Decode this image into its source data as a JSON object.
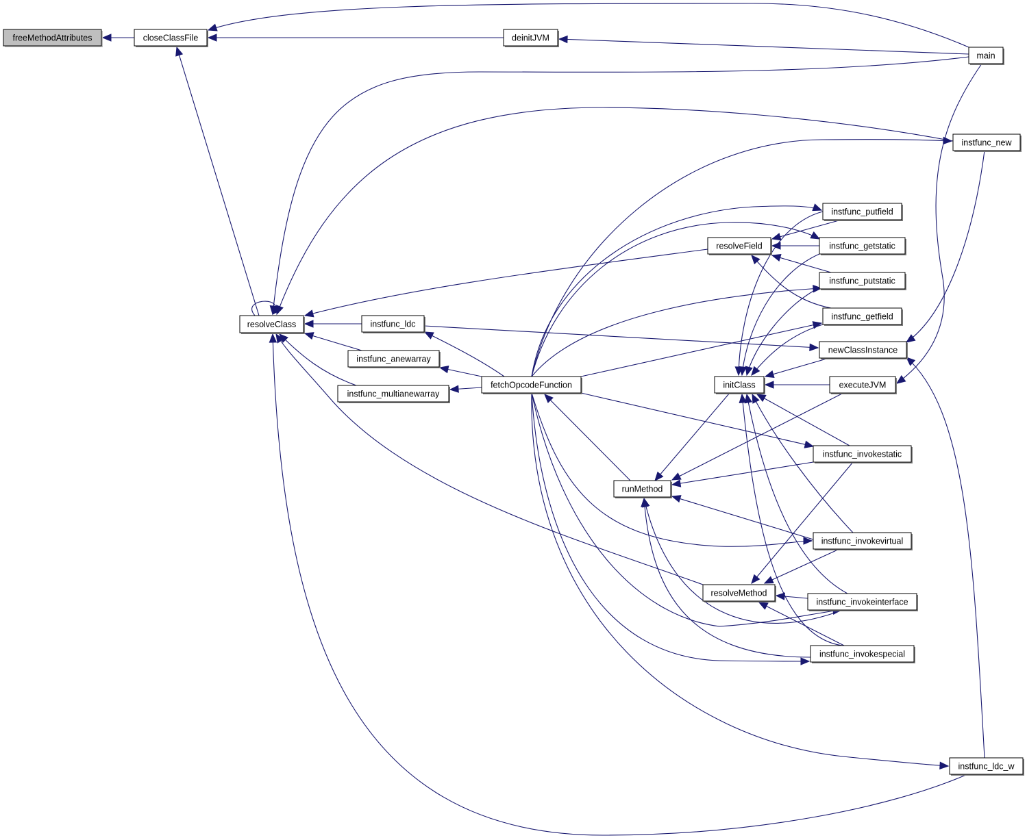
{
  "diagram": {
    "type": "call-graph",
    "edge_color": "#191970",
    "root_fill": "#bfbfbf",
    "nodes": [
      {
        "id": "freeMethodAttributes",
        "label": "freeMethodAttributes",
        "root": true
      },
      {
        "id": "closeClassFile",
        "label": "closeClassFile"
      },
      {
        "id": "deinitJVM",
        "label": "deinitJVM"
      },
      {
        "id": "main",
        "label": "main"
      },
      {
        "id": "resolveClass",
        "label": "resolveClass"
      },
      {
        "id": "instfunc_new",
        "label": "instfunc_new"
      },
      {
        "id": "instfunc_ldc",
        "label": "instfunc_ldc"
      },
      {
        "id": "instfunc_anewarray",
        "label": "instfunc_anewarray"
      },
      {
        "id": "instfunc_multianewarray",
        "label": "instfunc_multianewarray"
      },
      {
        "id": "fetchOpcodeFunction",
        "label": "fetchOpcodeFunction"
      },
      {
        "id": "resolveField",
        "label": "resolveField"
      },
      {
        "id": "instfunc_putfield",
        "label": "instfunc_putfield"
      },
      {
        "id": "instfunc_getstatic",
        "label": "instfunc_getstatic"
      },
      {
        "id": "instfunc_putstatic",
        "label": "instfunc_putstatic"
      },
      {
        "id": "instfunc_getfield",
        "label": "instfunc_getfield"
      },
      {
        "id": "newClassInstance",
        "label": "newClassInstance"
      },
      {
        "id": "initClass",
        "label": "initClass"
      },
      {
        "id": "executeJVM",
        "label": "executeJVM"
      },
      {
        "id": "runMethod",
        "label": "runMethod"
      },
      {
        "id": "instfunc_invokestatic",
        "label": "instfunc_invokestatic"
      },
      {
        "id": "instfunc_invokevirtual",
        "label": "instfunc_invokevirtual"
      },
      {
        "id": "resolveMethod",
        "label": "resolveMethod"
      },
      {
        "id": "instfunc_invokeinterface",
        "label": "instfunc_invokeinterface"
      },
      {
        "id": "instfunc_invokespecial",
        "label": "instfunc_invokespecial"
      },
      {
        "id": "instfunc_ldc_w",
        "label": "instfunc_ldc_w"
      }
    ],
    "edges": [
      {
        "from": "closeClassFile",
        "to": "freeMethodAttributes"
      },
      {
        "from": "main",
        "to": "closeClassFile"
      },
      {
        "from": "deinitJVM",
        "to": "closeClassFile"
      },
      {
        "from": "resolveClass",
        "to": "closeClassFile"
      },
      {
        "from": "main",
        "to": "deinitJVM"
      },
      {
        "from": "main",
        "to": "resolveClass"
      },
      {
        "from": "instfunc_new",
        "to": "resolveClass"
      },
      {
        "from": "resolveClass",
        "to": "resolveClass"
      },
      {
        "from": "resolveField",
        "to": "resolveClass"
      },
      {
        "from": "instfunc_ldc",
        "to": "resolveClass"
      },
      {
        "from": "instfunc_anewarray",
        "to": "resolveClass"
      },
      {
        "from": "instfunc_multianewarray",
        "to": "resolveClass"
      },
      {
        "from": "resolveMethod",
        "to": "resolveClass"
      },
      {
        "from": "instfunc_ldc_w",
        "to": "resolveClass"
      },
      {
        "from": "fetchOpcodeFunction",
        "to": "instfunc_ldc"
      },
      {
        "from": "fetchOpcodeFunction",
        "to": "instfunc_anewarray"
      },
      {
        "from": "fetchOpcodeFunction",
        "to": "instfunc_multianewarray"
      },
      {
        "from": "fetchOpcodeFunction",
        "to": "instfunc_new"
      },
      {
        "from": "fetchOpcodeFunction",
        "to": "instfunc_putfield"
      },
      {
        "from": "fetchOpcodeFunction",
        "to": "instfunc_getstatic"
      },
      {
        "from": "fetchOpcodeFunction",
        "to": "instfunc_putstatic"
      },
      {
        "from": "fetchOpcodeFunction",
        "to": "instfunc_getfield"
      },
      {
        "from": "fetchOpcodeFunction",
        "to": "instfunc_invokestatic"
      },
      {
        "from": "fetchOpcodeFunction",
        "to": "instfunc_invokevirtual"
      },
      {
        "from": "fetchOpcodeFunction",
        "to": "instfunc_invokeinterface"
      },
      {
        "from": "fetchOpcodeFunction",
        "to": "instfunc_invokespecial"
      },
      {
        "from": "fetchOpcodeFunction",
        "to": "instfunc_ldc_w"
      },
      {
        "from": "runMethod",
        "to": "fetchOpcodeFunction"
      },
      {
        "from": "instfunc_putfield",
        "to": "resolveField"
      },
      {
        "from": "instfunc_getstatic",
        "to": "resolveField"
      },
      {
        "from": "instfunc_putstatic",
        "to": "resolveField"
      },
      {
        "from": "instfunc_getfield",
        "to": "resolveField"
      },
      {
        "from": "instfunc_ldc",
        "to": "newClassInstance"
      },
      {
        "from": "instfunc_new",
        "to": "newClassInstance"
      },
      {
        "from": "instfunc_ldc_w",
        "to": "newClassInstance"
      },
      {
        "from": "instfunc_putfield",
        "to": "initClass"
      },
      {
        "from": "instfunc_getstatic",
        "to": "initClass"
      },
      {
        "from": "instfunc_putstatic",
        "to": "initClass"
      },
      {
        "from": "instfunc_getfield",
        "to": "initClass"
      },
      {
        "from": "newClassInstance",
        "to": "initClass"
      },
      {
        "from": "executeJVM",
        "to": "initClass"
      },
      {
        "from": "instfunc_invokestatic",
        "to": "initClass"
      },
      {
        "from": "instfunc_invokevirtual",
        "to": "initClass"
      },
      {
        "from": "instfunc_invokeinterface",
        "to": "initClass"
      },
      {
        "from": "instfunc_invokespecial",
        "to": "initClass"
      },
      {
        "from": "main",
        "to": "executeJVM"
      },
      {
        "from": "initClass",
        "to": "runMethod"
      },
      {
        "from": "executeJVM",
        "to": "runMethod"
      },
      {
        "from": "instfunc_invokestatic",
        "to": "runMethod"
      },
      {
        "from": "instfunc_invokevirtual",
        "to": "runMethod"
      },
      {
        "from": "instfunc_invokeinterface",
        "to": "runMethod"
      },
      {
        "from": "instfunc_invokespecial",
        "to": "runMethod"
      },
      {
        "from": "instfunc_invokestatic",
        "to": "resolveMethod"
      },
      {
        "from": "instfunc_invokevirtual",
        "to": "resolveMethod"
      },
      {
        "from": "instfunc_invokeinterface",
        "to": "resolveMethod"
      },
      {
        "from": "instfunc_invokespecial",
        "to": "resolveMethod"
      }
    ]
  }
}
